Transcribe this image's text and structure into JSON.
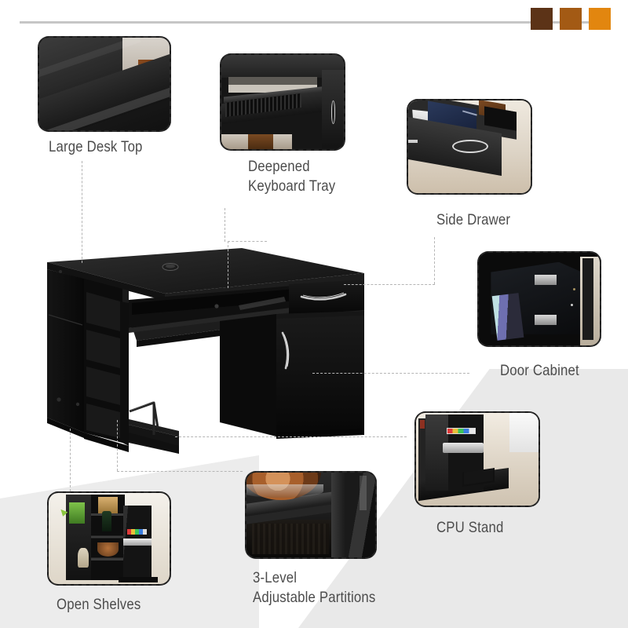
{
  "page": {
    "title": "Computer Desk Feature Callouts",
    "background_color": "#ffffff",
    "label_color": "#4c4c4c",
    "rule_color": "#c6c6c6",
    "connector_color": "#b5b5b5",
    "diagonal_band_color": "#e9e9e9"
  },
  "decor": {
    "swatches": [
      {
        "name": "swatch-dark-brown",
        "color": "#5c3317"
      },
      {
        "name": "swatch-medium-brown",
        "color": "#a35a14"
      },
      {
        "name": "swatch-orange",
        "color": "#e2860f"
      }
    ]
  },
  "features": [
    {
      "id": "large-desk-top",
      "label": "Large Desk Top",
      "lines": [
        "Large Desk Top"
      ],
      "photo": "dark-wood-grain-desk-surface-closeup"
    },
    {
      "id": "deepened-keyboard-tray",
      "label": "Deepened Keyboard Tray",
      "lines": [
        "Deepened",
        "Keyboard Tray"
      ],
      "photo": "pull-out-keyboard-tray-with-black-keyboard"
    },
    {
      "id": "side-drawer",
      "label": "Side Drawer",
      "lines": [
        "Side Drawer"
      ],
      "photo": "open-drawer-with-documents-and-chrome-handle"
    },
    {
      "id": "door-cabinet",
      "label": "Door Cabinet",
      "lines": [
        "Door Cabinet"
      ],
      "photo": "open-cabinet-interior-with-hinges-and-books"
    },
    {
      "id": "cpu-stand",
      "label": "CPU Stand",
      "lines": [
        "CPU Stand"
      ],
      "photo": "computer-tower-on-raised-cpu-stand"
    },
    {
      "id": "three-level-adjustable-partitions",
      "label": "3-Level Adjustable Partitions",
      "lines": [
        "3-Level",
        "Adjustable Partitions"
      ],
      "photo": "shelf-compartment-with-decor-bowl"
    },
    {
      "id": "open-shelves",
      "label": "Open Shelves",
      "lines": [
        "Open Shelves"
      ],
      "photo": "side-open-shelving-with-storage-items-and-tower"
    }
  ],
  "product": {
    "name": "black-computer-desk",
    "finish_color": "#0d0d0d",
    "hardware_color": "#c9c9c9",
    "parts": [
      "desk-top",
      "grommet",
      "keyboard-tray",
      "side-drawer",
      "door-cabinet",
      "open-shelves",
      "cpu-stand"
    ]
  }
}
